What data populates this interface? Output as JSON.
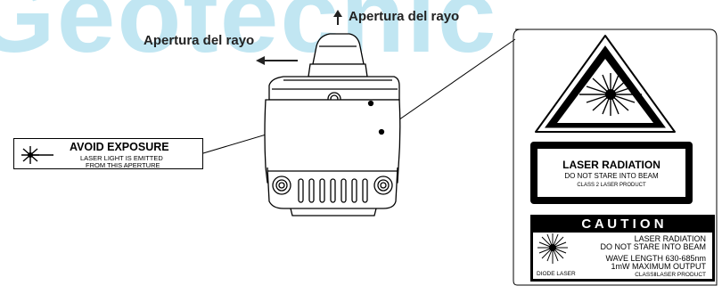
{
  "watermark": {
    "text": "Geotecnic",
    "color": "#8fd3e8"
  },
  "labels": {
    "aperture_top": "Apertura del rayo",
    "aperture_side": "Apertura del rayo"
  },
  "avoid_label": {
    "title": "AVOID EXPOSURE",
    "line1": "LASER LIGHT IS EMITTED",
    "line2": "FROM THIS APERTURE",
    "icon": "laser-burst-icon"
  },
  "warning_triangle": {
    "icon": "laser-warning-triangle-icon"
  },
  "laser_radiation_label": {
    "title": "LASER RADIATION",
    "line1": "DO NOT STARE INTO BEAM",
    "line2": "CLASS 2   LASER PRODUCT"
  },
  "caution_label": {
    "header": "C A U T I O N",
    "line1": "LASER RADIATION",
    "line2": "DO NOT STARE INTO BEAM",
    "line3": "WAVE LENGTH 630-685nm",
    "line4": "1mW MAXIMUM OUTPUT",
    "line5": "CLASSⅡLASER  PRODUCT",
    "diode": "DIODE LASER",
    "icon": "laser-burst-icon"
  }
}
